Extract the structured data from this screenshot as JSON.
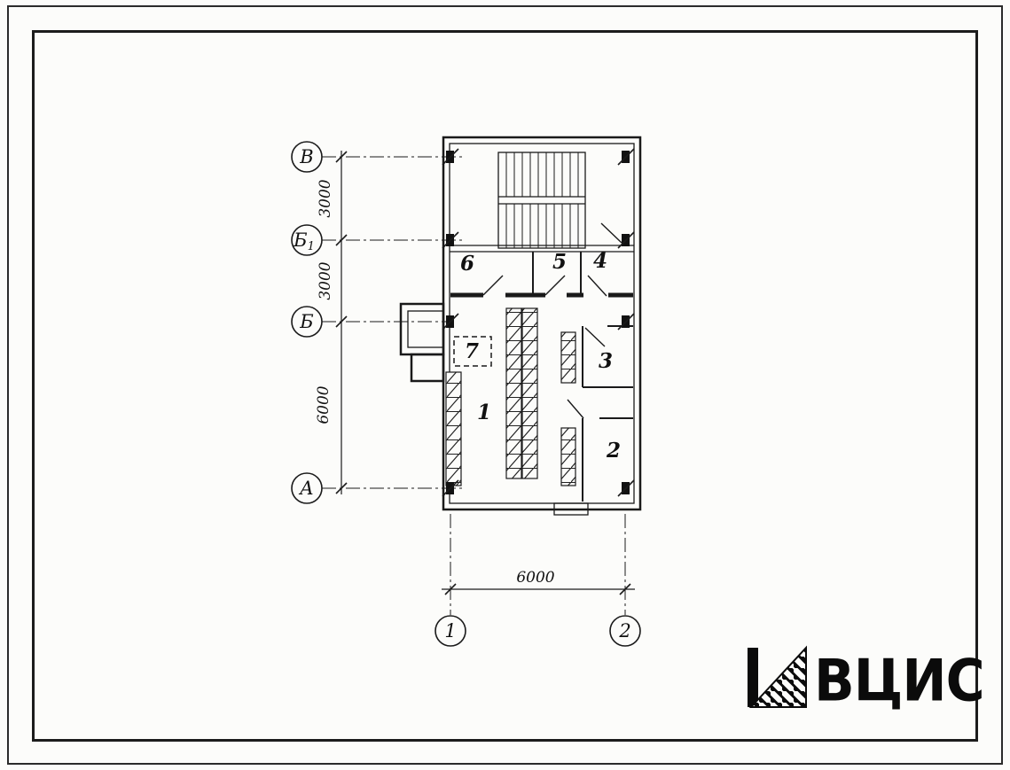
{
  "drawing": {
    "row_axes": [
      {
        "label": "В",
        "sub": ""
      },
      {
        "label": "Б",
        "sub": "1"
      },
      {
        "label": "Б",
        "sub": ""
      },
      {
        "label": "А",
        "sub": ""
      }
    ],
    "col_axes": [
      {
        "label": "1"
      },
      {
        "label": "2"
      }
    ],
    "dims_left": [
      "3000",
      "3000",
      "6000"
    ],
    "dim_bottom": "6000",
    "rooms": {
      "r1": "1",
      "r2": "2",
      "r3": "3",
      "r4": "4",
      "r5": "5",
      "r6": "6",
      "r7": "7"
    }
  },
  "logo": {
    "text": "ВЦИС"
  },
  "colors": {
    "ink": "#1a1a1a",
    "paper": "#fcfcfa"
  }
}
